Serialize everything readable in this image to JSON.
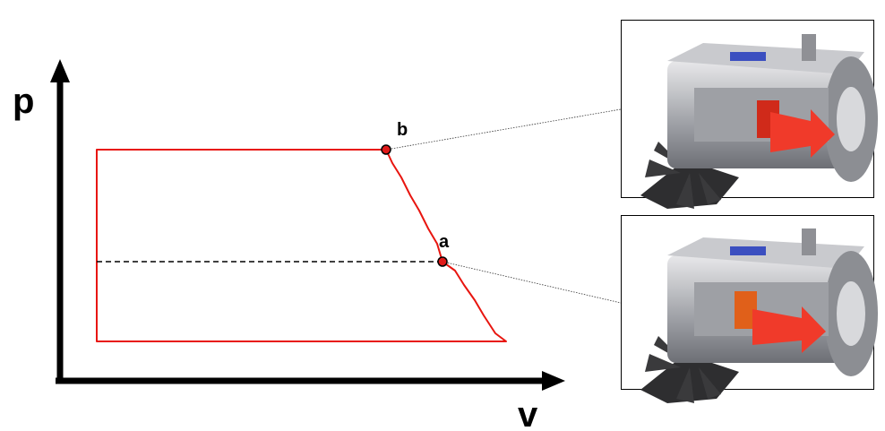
{
  "axes": {
    "y_label": "p",
    "x_label": "v"
  },
  "points": {
    "a": "a",
    "b": "b"
  },
  "colors": {
    "cycle": "#e8150f",
    "point": "#e01a1a",
    "axis": "#000000",
    "dashed": "#000000"
  },
  "insets": [
    {
      "name": "machine-cutaway-state-b",
      "arrow_color": "#f03a2a",
      "piston_color": "#d02a1a"
    },
    {
      "name": "machine-cutaway-state-a",
      "arrow_color": "#f03a2a",
      "piston_color": "#e0601a"
    }
  ]
}
